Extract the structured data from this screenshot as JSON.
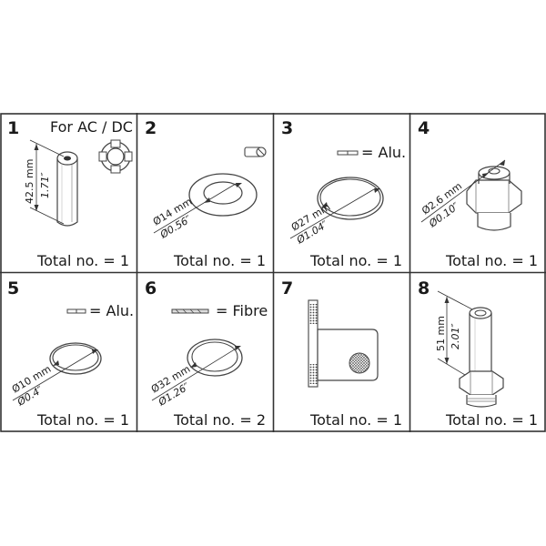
{
  "panels": [
    {
      "number": "1",
      "note": "For AC / DC",
      "dimensions": [
        "42.5 mm",
        "1.71″"
      ],
      "total": "Total no. = 1",
      "icon": "coil-tube"
    },
    {
      "number": "2",
      "dimensions": [
        "Ø14 mm",
        "Ø0.56″"
      ],
      "total": "Total no. = 1",
      "icon": "washer"
    },
    {
      "number": "3",
      "material": "= Alu.",
      "dimensions": [
        "Ø27 mm",
        "Ø1.04″"
      ],
      "total": "Total no. = 1",
      "icon": "gasket-ring"
    },
    {
      "number": "4",
      "dimensions": [
        "Ø2.6 mm",
        "Ø0.10″"
      ],
      "total": "Total no. = 1",
      "icon": "nozzle"
    },
    {
      "number": "5",
      "material": "= Alu.",
      "dimensions": [
        "Ø10 mm",
        "Ø0.4″"
      ],
      "total": "Total no. = 1",
      "icon": "gasket-ring"
    },
    {
      "number": "6",
      "material": "= Fibre",
      "dimensions": [
        "Ø32 mm",
        "Ø1.26″"
      ],
      "total": "Total no. = 2",
      "icon": "fibre-gasket"
    },
    {
      "number": "7",
      "total": "Total no. = 1",
      "icon": "filter-strainer"
    },
    {
      "number": "8",
      "dimensions": [
        "51 mm",
        "2.01″"
      ],
      "total": "Total no. = 1",
      "icon": "armature-tube"
    }
  ]
}
